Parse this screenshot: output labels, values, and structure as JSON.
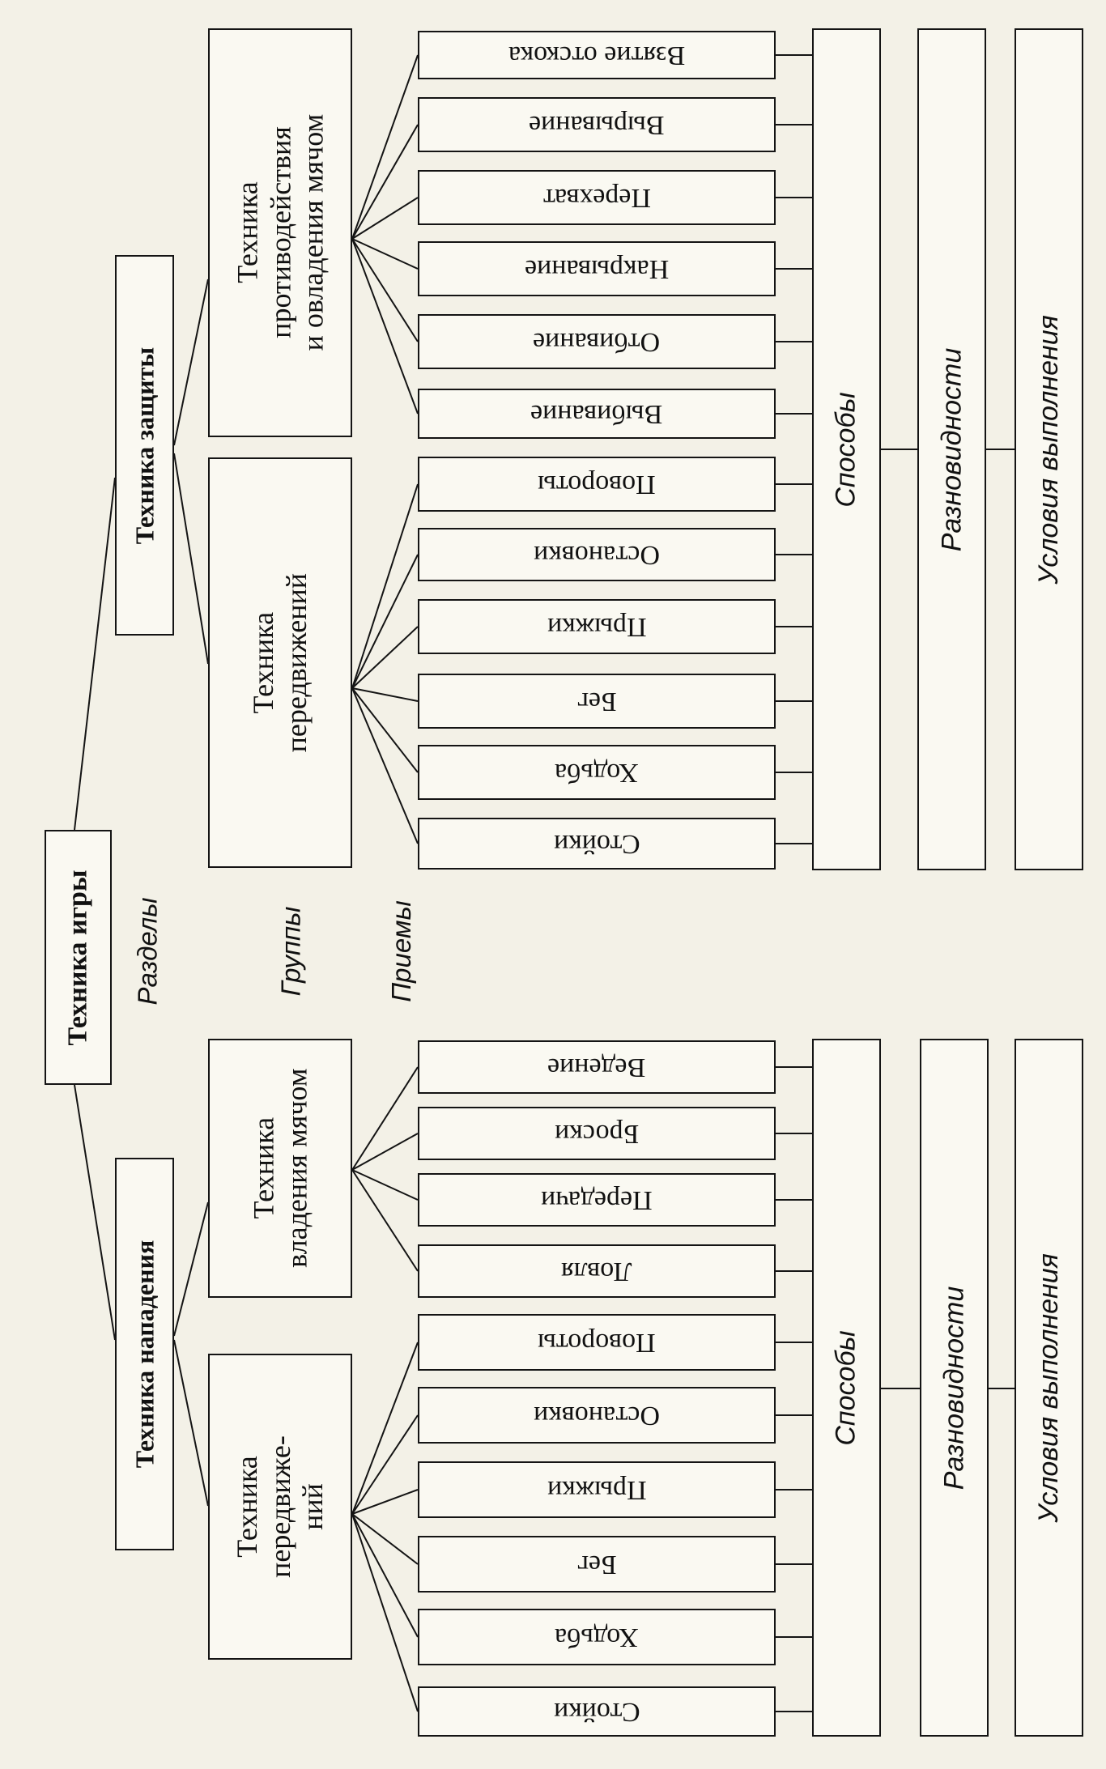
{
  "root": "Техника игры",
  "level_labels": {
    "sections": "Разделы",
    "groups": "Группы",
    "techniques": "Приемы"
  },
  "sections": {
    "attack": "Техника нападения",
    "defense": "Техника защиты"
  },
  "groups": {
    "defense_counter": [
      "Техника",
      "противодействия",
      "и овладения мячом"
    ],
    "defense_movement": [
      "Техника",
      "передвижений"
    ],
    "attack_ball": [
      "Техника",
      "владения мячом"
    ],
    "attack_movement": [
      "Техника",
      "передвиже-",
      "ний"
    ]
  },
  "techniques": {
    "defense_counter": [
      "Взятие отскока",
      "Вырывание",
      "Перехват",
      "Накрывание",
      "Отбивание",
      "Выбивание"
    ],
    "defense_movement": [
      "Повороты",
      "Остановки",
      "Прыжки",
      "Бег",
      "Ходьба",
      "Стойки"
    ],
    "attack_ball": [
      "Ведение",
      "Броски",
      "Передачи",
      "Ловля"
    ],
    "attack_movement": [
      "Повороты",
      "Остановки",
      "Прыжки",
      "Бег",
      "Ходьба",
      "Стойки"
    ]
  },
  "bottom_levels": {
    "defense": [
      "Способы",
      "Разновидности",
      "Условия выполнения"
    ],
    "attack": [
      "Способы",
      "Разновидности",
      "Условия выполнения"
    ]
  },
  "colors": {
    "background": "#f3f1e7",
    "line": "#141414",
    "box": "#faf9f2"
  }
}
